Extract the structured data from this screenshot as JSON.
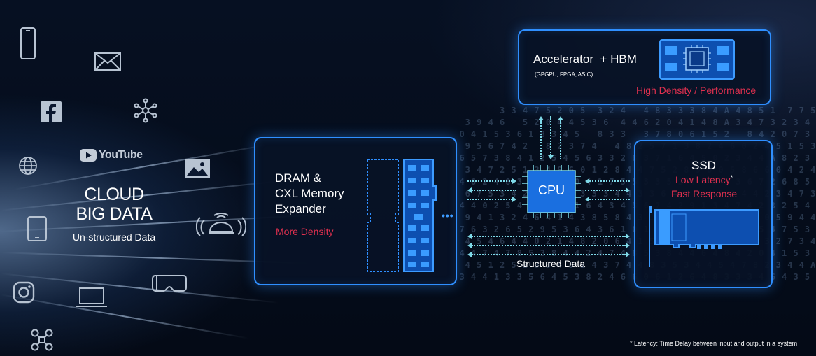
{
  "left": {
    "title_line1": "CLOUD",
    "title_line2": "BIG DATA",
    "subtitle": "Un-structured Data",
    "youtube_label": "YouTube",
    "icons": [
      "smartphone-icon",
      "mail-icon",
      "facebook-icon",
      "network-icon",
      "youtube-icon",
      "globe-icon",
      "image-icon",
      "tablet-icon",
      "connected-car-icon",
      "instagram-icon",
      "laptop-icon",
      "vr-headset-icon",
      "drone-icon"
    ]
  },
  "accelerator": {
    "title": "Accelerator  + HBM",
    "subtitle": "(GPGPU, FPGA, ASIC)",
    "tagline": "High Density / Performance"
  },
  "dram": {
    "line1": "DRAM &",
    "line2": "CXL Memory",
    "line3": "Expander",
    "tagline": "More Density"
  },
  "cpu": {
    "label": "CPU"
  },
  "ssd": {
    "title": "SSD",
    "tagline1": "Low Latency",
    "asterisk": "*",
    "tagline2": "Fast Response"
  },
  "structured_label": "Structured Data",
  "footnote": "* Latency: Time Delay between input and output in a system",
  "colors": {
    "panel_border": "#2f8fff",
    "accent_red": "#e0304f",
    "connector": "#7fd9e8",
    "chip_blue": "#1a6fe0"
  }
}
